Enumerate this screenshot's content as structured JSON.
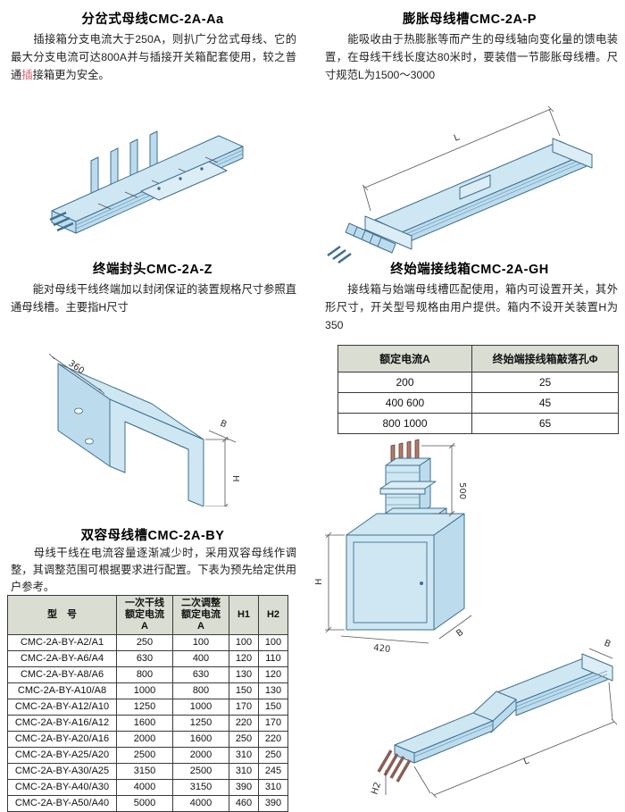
{
  "sections": {
    "branch": {
      "title": "分岔式母线CMC-2A-Aa",
      "body_a": "　　插接箱分支电流大于250A，则扒广分岔式母线、它的最大分支电流可达800A并与插接开关箱配套使用，较之普通",
      "body_red": "插",
      "body_b": "接箱更为安全。"
    },
    "expansion": {
      "title": "膨胀母线槽CMC-2A-P",
      "body": "　　能吸收由于热膨胀等而产生的母线轴向变化量的馈电装置，在母线干线长度达80米时，要装借一节膨胀母线槽。尺寸规范L为1500～3000"
    },
    "endcap": {
      "title": "终端封头CMC-2A-Z",
      "body": "　　能对母线干线终端加以封闭保证的装置规格尺寸参照直通母线槽。主要指H尺寸"
    },
    "terminalbox": {
      "title": "终始端接线箱CMC-2A-GH",
      "body": "　　接线箱与始端母线槽匹配使用，箱内可设置开关，其外形尺寸，开关型号规格由用户提供。箱内不设开关装置H为350"
    },
    "dual": {
      "title": "双容母线槽CMC-2A-BY",
      "body": "　　母线干线在电流容量逐渐减少时，采用双容母线作调整，其调整范围可根据要求进行配置。下表为预先给定供用户参考。"
    }
  },
  "knockout_table": {
    "headers": [
      "额定电流A",
      "终始端接线箱敲落孔Φ"
    ],
    "rows": [
      [
        "200",
        "25"
      ],
      [
        "400 600",
        "45"
      ],
      [
        "800 1000",
        "65"
      ]
    ]
  },
  "model_table": {
    "headers": [
      "型　号",
      "一次干线\n额定电流\nA",
      "二次调整\n额定电流\nA",
      "H1",
      "H2"
    ],
    "rows": [
      [
        "CMC-2A-BY-A2/A1",
        "250",
        "100",
        "100",
        "100"
      ],
      [
        "CMC-2A-BY-A6/A4",
        "630",
        "400",
        "120",
        "110"
      ],
      [
        "CMC-2A-BY-A8/A6",
        "800",
        "630",
        "130",
        "120"
      ],
      [
        "CMC-2A-BY-A10/A8",
        "1000",
        "800",
        "150",
        "130"
      ],
      [
        "CMC-2A-BY-A12/A10",
        "1250",
        "1000",
        "170",
        "150"
      ],
      [
        "CMC-2A-BY-A16/A12",
        "1600",
        "1250",
        "220",
        "170"
      ],
      [
        "CMC-2A-BY-A20/A16",
        "2000",
        "1600",
        "250",
        "220"
      ],
      [
        "CMC-2A-BY-A25/A20",
        "2500",
        "2000",
        "310",
        "250"
      ],
      [
        "CMC-2A-BY-A30/A25",
        "3150",
        "2500",
        "310",
        "245"
      ],
      [
        "CMC-2A-BY-A40/A30",
        "4000",
        "3150",
        "390",
        "310"
      ],
      [
        "CMC-2A-BY-A50/A40",
        "5000",
        "4000",
        "460",
        "390"
      ]
    ]
  },
  "dimensions": {
    "expansion_length": "L",
    "endcap_depth": "360",
    "endcap_width": "B",
    "endcap_height": "H",
    "box_riser_height": "500",
    "box_height": "H",
    "box_depth": "420",
    "box_width": "B",
    "dual_width": "B",
    "dual_length": "L",
    "dual_height": "H2"
  },
  "colors": {
    "drawing_fill": "#cfe7f3",
    "drawing_stroke": "#3f6f8f",
    "accent_red": "#d4606e",
    "table_header_bg": "#d9ddd2"
  }
}
